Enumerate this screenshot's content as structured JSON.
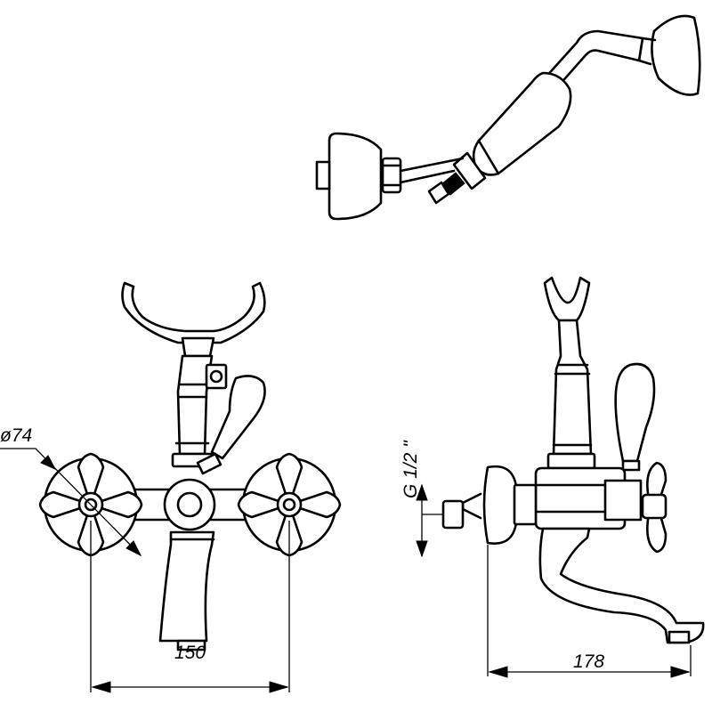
{
  "dimensions": {
    "width": "150",
    "depth": "178",
    "diameter": "ø74",
    "thread": "G 1/2 \""
  }
}
